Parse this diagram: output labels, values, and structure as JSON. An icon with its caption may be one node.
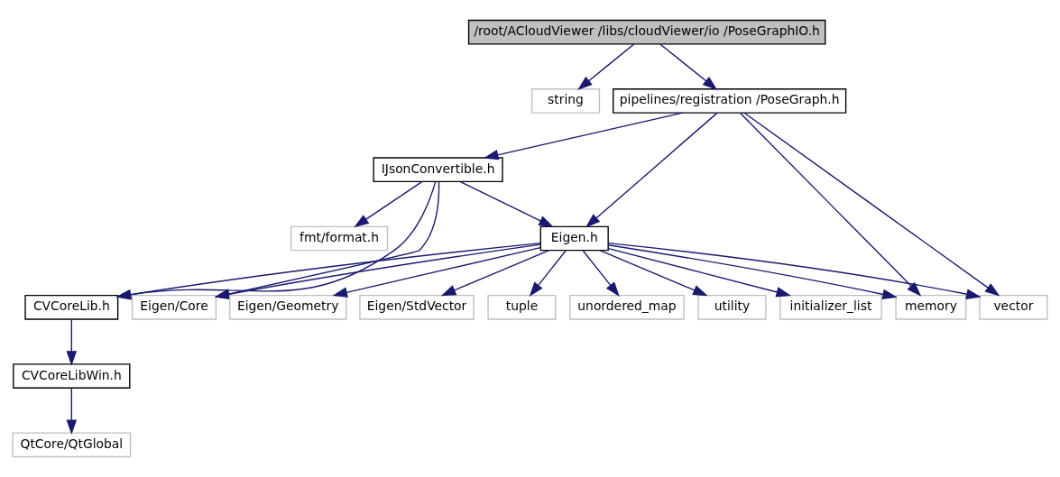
{
  "diagram": {
    "nodes": [
      {
        "text": [
          "/root/ACloudViewer /libs/cloudViewer/io /PoseGraphIO.h"
        ]
      },
      {
        "text": [
          "string"
        ]
      },
      {
        "text": [
          "pipelines/registration /PoseGraph.h"
        ]
      },
      {
        "text": [
          "IJsonConvertible.h"
        ]
      },
      {
        "text": [
          "fmt/format.h"
        ]
      },
      {
        "text": [
          "Eigen.h"
        ]
      },
      {
        "text": [
          "CVCoreLib.h"
        ]
      },
      {
        "text": [
          "Eigen/Core"
        ]
      },
      {
        "text": [
          "Eigen/Geometry"
        ]
      },
      {
        "text": [
          "Eigen/StdVector"
        ]
      },
      {
        "text": [
          "tuple"
        ]
      },
      {
        "text": [
          "unordered_map"
        ]
      },
      {
        "text": [
          "utility"
        ]
      },
      {
        "text": [
          "initializer_list"
        ]
      },
      {
        "text": [
          "memory"
        ]
      },
      {
        "text": [
          "vector"
        ]
      },
      {
        "text": [
          "CVCoreLibWin.h"
        ]
      },
      {
        "text": [
          "QtCore/QtGlobal"
        ]
      }
    ],
    "edges": [
      {
        "from": 0,
        "to": 1,
        "arrow": "to"
      },
      {
        "from": 0,
        "to": 2,
        "arrow": "to"
      },
      {
        "from": 2,
        "to": 3,
        "arrow": "to"
      },
      {
        "from": 2,
        "to": 5,
        "arrow": "to"
      },
      {
        "from": 2,
        "to": 14,
        "arrow": "to"
      },
      {
        "from": 2,
        "to": 15,
        "arrow": "to"
      },
      {
        "from": 3,
        "to": 6,
        "arrow": "to"
      },
      {
        "from": 3,
        "to": 7,
        "arrow": "to"
      },
      {
        "from": 3,
        "to": 4,
        "arrow": "to"
      },
      {
        "from": 3,
        "to": 5,
        "arrow": "to"
      },
      {
        "from": 5,
        "to": 6,
        "arrow": "to"
      },
      {
        "from": 5,
        "to": 7,
        "arrow": "to"
      },
      {
        "from": 5,
        "to": 8,
        "arrow": "to"
      },
      {
        "from": 5,
        "to": 9,
        "arrow": "to"
      },
      {
        "from": 5,
        "to": 10,
        "arrow": "to"
      },
      {
        "from": 5,
        "to": 11,
        "arrow": "to"
      },
      {
        "from": 5,
        "to": 12,
        "arrow": "to"
      },
      {
        "from": 5,
        "to": 13,
        "arrow": "to"
      },
      {
        "from": 5,
        "to": 14,
        "arrow": "to"
      },
      {
        "from": 5,
        "to": 15,
        "arrow": "to"
      },
      {
        "from": 6,
        "to": 16,
        "arrow": "to"
      },
      {
        "from": 16,
        "to": 17,
        "arrow": "to"
      }
    ]
  }
}
